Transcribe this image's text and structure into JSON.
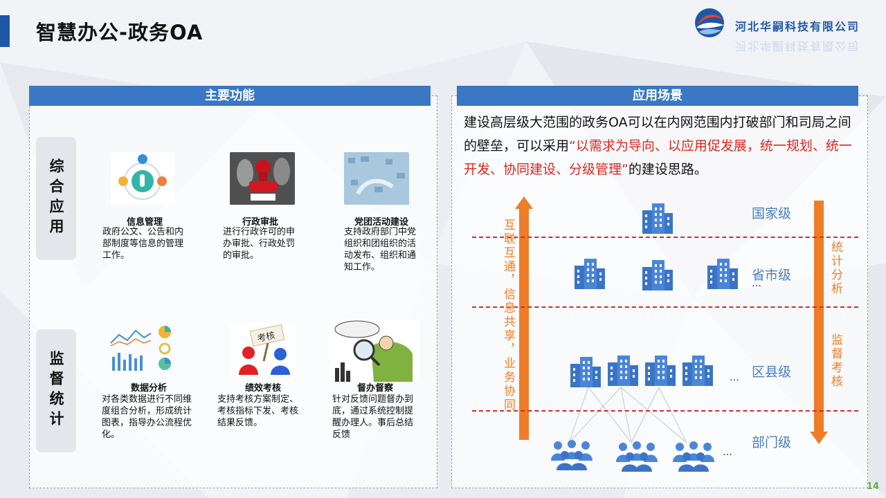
{
  "page": {
    "title": "智慧办公-政务OA",
    "company": "河北华嗣科技有限公司",
    "page_number": "14",
    "accent_color": "#1f57a8"
  },
  "left_panel": {
    "header": "主要功能",
    "groups": [
      {
        "label": "综合应用",
        "items": [
          {
            "name": "信息管理",
            "desc": "政府公文、公告和内部制度等信息的管理工作。",
            "icon": "touch-app-icon"
          },
          {
            "name": "行政审批",
            "desc": "进行行政许可的申办审批、行政处罚的审批。",
            "icon": "approval-stamp-icon"
          },
          {
            "name": "党团活动建设",
            "desc": "支持政府部门中党组织和团组织的活动发布、组织和通知工作。",
            "icon": "hands-network-icon"
          }
        ]
      },
      {
        "label": "监督统计",
        "items": [
          {
            "name": "数据分析",
            "desc": "对各类数据进行不同维度组合分析，形成统计图表，指导办公流程优化。",
            "icon": "dashboard-chart-icon"
          },
          {
            "name": "绩效考核",
            "desc": "支持考核方案制定、考核指标下发、考核结果反馈。",
            "icon": "assessment-sign-icon"
          },
          {
            "name": "督办督察",
            "desc": "针对反馈问题督办到底，通过系统控制提醒办理人。事后总结反馈",
            "icon": "magnifier-inspector-icon"
          }
        ]
      }
    ]
  },
  "right_panel": {
    "header": "应用场景",
    "para_a": "建设高层级大范围的政务OA可以在内网范围内打破部门和司局之间的壁垒，可以采用",
    "para_highlight": "“以需求为导向、以应用促发展，统一规划、统一开发、协同建设、分级管理”",
    "para_b": "的建设思路。",
    "highlight_color": "#d9261c",
    "arrow_up_text": "互联互通，信息共享，业务协同",
    "arrow_down_text_1": "统计分析",
    "arrow_down_text_2": "监督考核",
    "arrow_color": "#ef7d27",
    "levels": [
      "国家级",
      "省市级",
      "区县级",
      "部门级"
    ],
    "ellipsis": "…"
  }
}
